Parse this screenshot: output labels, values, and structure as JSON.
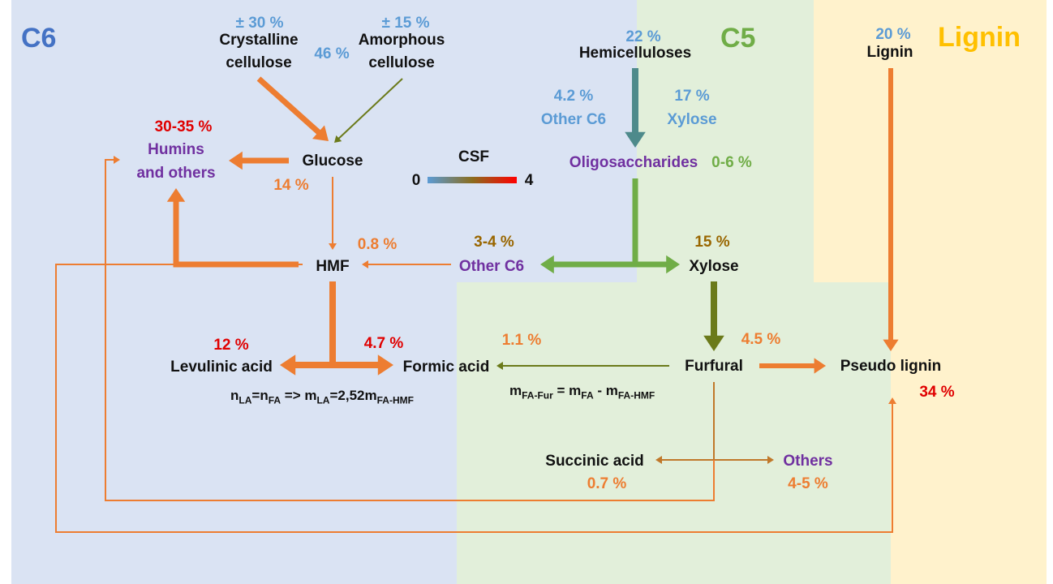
{
  "colors": {
    "zone_c6": "#dae3f3",
    "zone_c5": "#e2efda",
    "zone_lignin": "#fff2cc",
    "heading_c6": "#4472c4",
    "heading_c5": "#70ad47",
    "heading_lignin": "#ffc000",
    "pct_blue": "#5b9bd5",
    "pct_red": "#e00000",
    "pct_orange": "#ed7d31",
    "pct_brown": "#996600",
    "pct_green": "#70ad47",
    "label_purple": "#7030a0",
    "arrow_orange": "#ed7d31",
    "arrow_teal": "#4e8a8b",
    "arrow_green": "#70ad47",
    "arrow_olive": "#6b7a1a",
    "arrow_brown": "#c0782a"
  },
  "zones": {
    "c6": "C6",
    "c5": "C5",
    "lignin": "Lignin"
  },
  "nodes": {
    "crystalline_line1": "Crystalline",
    "crystalline_line2": "cellulose",
    "amorphous_line1": "Amorphous",
    "amorphous_line2": "cellulose",
    "glucose": "Glucose",
    "humins_line1": "Humins",
    "humins_line2": "and others",
    "hmf": "HMF",
    "other_c6": "Other C6",
    "hemicelluloses": "Hemicelluloses",
    "oligosaccharides": "Oligosaccharides",
    "xylose": "Xylose",
    "lignin": "Lignin",
    "levulinic_acid": "Levulinic acid",
    "formic_acid": "Formic acid",
    "furfural": "Furfural",
    "pseudo_lignin": "Pseudo lignin",
    "succinic_acid": "Succinic acid",
    "others": "Others",
    "other_c6_branch": "Other C6",
    "xylose_branch": "Xylose"
  },
  "percents": {
    "crystalline": "± 30 %",
    "amorphous": "± 15 %",
    "cellulose_total": "46 %",
    "hemicelluloses": "22 %",
    "lignin": "20 %",
    "other_c6_branch": "4.2 %",
    "xylose_branch": "17 %",
    "humins": "30-35 %",
    "glucose": "14 %",
    "oligosaccharides": "0-6 %",
    "hmf": "0.8 %",
    "other_c6": "3-4 %",
    "xylose": "15 %",
    "levulinic": "12 %",
    "formic": "4.7 %",
    "furfural_formic": "1.1 %",
    "furfural": "4.5 %",
    "pseudo_lignin": "34 %",
    "succinic": "0.7 %",
    "others": "4-5 %"
  },
  "csf_scale": {
    "title": "CSF",
    "min": "0",
    "max": "4",
    "gradient_colors": [
      "#5b9bd5",
      "#8a6d1e",
      "#ff0000"
    ]
  },
  "formulas": {
    "la_relation": {
      "p1": "n",
      "s1": "LA",
      "p2": "=n",
      "s2": "FA",
      "p3": " => m",
      "s3": "LA",
      "p4": "=2,52m",
      "s4": "FA-HMF"
    },
    "fa_fur_relation": {
      "p1": "m",
      "s1": "FA-Fur",
      "p2": " = m",
      "s2": "FA",
      "p3": " - m",
      "s3": "FA-HMF"
    }
  }
}
